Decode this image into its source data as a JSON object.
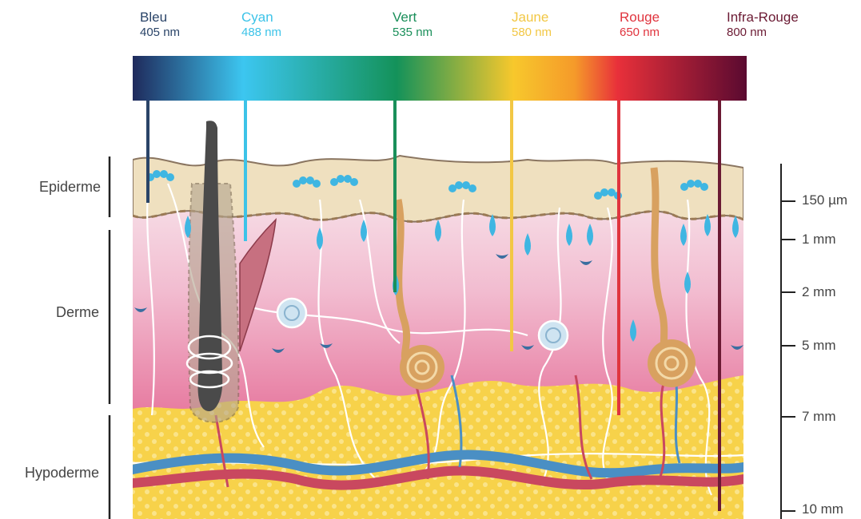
{
  "wavelengths": [
    {
      "name": "Bleu",
      "value": "405 nm",
      "color": "#2a4468"
    },
    {
      "name": "Cyan",
      "value": "488 nm",
      "color": "#3cc3e8"
    },
    {
      "name": "Vert",
      "value": "535 nm",
      "color": "#1a8f5a"
    },
    {
      "name": "Jaune",
      "value": "580 nm",
      "color": "#f2c744"
    },
    {
      "name": "Rouge",
      "value": "650 nm",
      "color": "#e0343e"
    },
    {
      "name": "Infra-Rouge",
      "value": "800 nm",
      "color": "#6b1a33"
    }
  ],
  "layers": [
    "Epiderme",
    "Derme",
    "Hypoderme"
  ],
  "depths": [
    "150 µm",
    "1 mm",
    "2 mm",
    "5 mm",
    "7 mm",
    "10 mm"
  ],
  "colors": {
    "epidermis": "#efe0bf",
    "dermis_top": "#f6dde8",
    "dermis_bottom": "#e88aaa",
    "hypodermis": "#f7d24a",
    "hair": "#4a4a4a",
    "vein": "#4a8fc4",
    "artery": "#c9485f",
    "gland": "#d8a160",
    "nerve": "#ffffff"
  }
}
